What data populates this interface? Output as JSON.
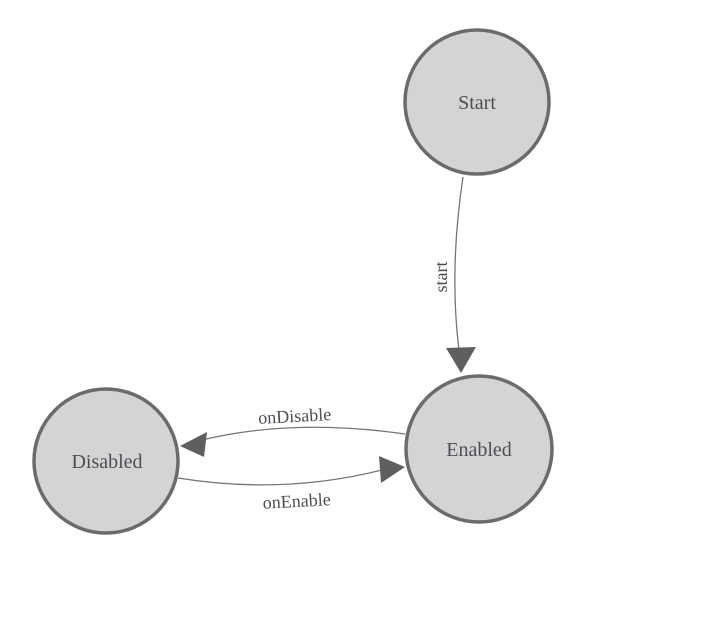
{
  "diagram": {
    "title": "state-machine",
    "colors": {
      "background": "#ffffff",
      "node_fill": "#d4d4d4",
      "node_stroke": "#6b6b6b",
      "edge_stroke": "#757575",
      "arrow_fill": "#5f5f5f",
      "text": "#4d4f55"
    },
    "nodes": [
      {
        "id": "start",
        "label": "Start"
      },
      {
        "id": "enabled",
        "label": "Enabled"
      },
      {
        "id": "disabled",
        "label": "Disabled"
      }
    ],
    "edges": [
      {
        "id": "start-to-enabled",
        "label": "start",
        "from": "Start",
        "to": "Enabled"
      },
      {
        "id": "enabled-to-disabled",
        "label": "onDisable",
        "from": "Enabled",
        "to": "Disabled"
      },
      {
        "id": "disabled-to-enabled",
        "label": "onEnable",
        "from": "Disabled",
        "to": "Enabled"
      }
    ]
  }
}
